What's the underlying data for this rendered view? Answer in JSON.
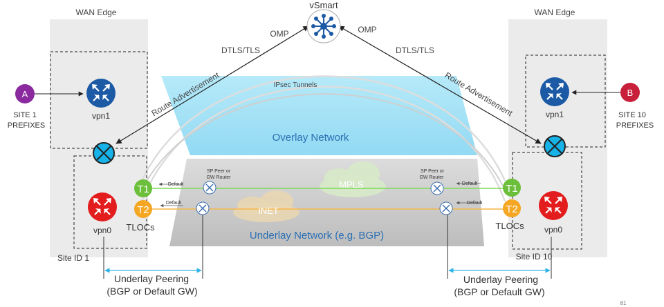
{
  "colors": {
    "cisco_blue": "#1d5aa6",
    "vpn0_red": "#e31d1d",
    "tloc1_green": "#6cbf3a",
    "tloc2_orange": "#f5a623",
    "site_a_purple": "#8a2a9e",
    "site_b_red": "#c8203a",
    "vedge_cyan": "#17b2e8",
    "overlay_fill": "#8fdcf5",
    "underlay_fill": "#c8c8c8",
    "mpls_line": "#7ed957",
    "inet_line": "#f5b64a",
    "peering_arrow": "#2fb3e8"
  },
  "vsmart": {
    "label": "vSmart",
    "icon": "hub-spoke-icon"
  },
  "left_site": {
    "wan_edge_label": "WAN Edge",
    "omp_label": "OMP",
    "dtls_label": "DTLS/TLS",
    "route_adv_label": "Route Advertisement",
    "prefix_badge": "A",
    "prefix_line1": "SITE 1",
    "prefix_line2": "PREFIXES",
    "vpn1_label": "vpn1",
    "vpn0_label": "vpn0",
    "tloc1": "T1",
    "tloc2": "T2",
    "tlocs_label": "TLOCs",
    "site_id": "Site ID 1",
    "default1": "Default",
    "default2": "Default",
    "sp_peer_line1": "SP Peer or",
    "sp_peer_line2": "GW Router",
    "peering_line1": "Underlay Peering",
    "peering_line2": "(BGP or Default GW)"
  },
  "right_site": {
    "wan_edge_label": "WAN Edge",
    "omp_label": "OMP",
    "dtls_label": "DTLS/TLS",
    "route_adv_label": "Route Advertisement",
    "prefix_badge": "B",
    "prefix_line1": "SITE 10",
    "prefix_line2": "PREFIXES",
    "vpn1_label": "vpn1",
    "vpn0_label": "vpn0",
    "tloc1": "T1",
    "tloc2": "T2",
    "tlocs_label": "TLOCs",
    "site_id": "Site ID 10",
    "default1": "Default",
    "default2": "Default",
    "sp_peer_line1": "SP Peer or",
    "sp_peer_line2": "GW Router",
    "peering_line1": "Underlay Peering",
    "peering_line2": "(BGP or Default GW)"
  },
  "overlay": {
    "label": "Overlay Network",
    "tunnels_label": "IPsec Tunnels"
  },
  "underlay": {
    "label": "Underlay Network (e.g. BGP)",
    "mpls_label": "MPLS",
    "inet_label": "INET"
  },
  "page_number": "81"
}
